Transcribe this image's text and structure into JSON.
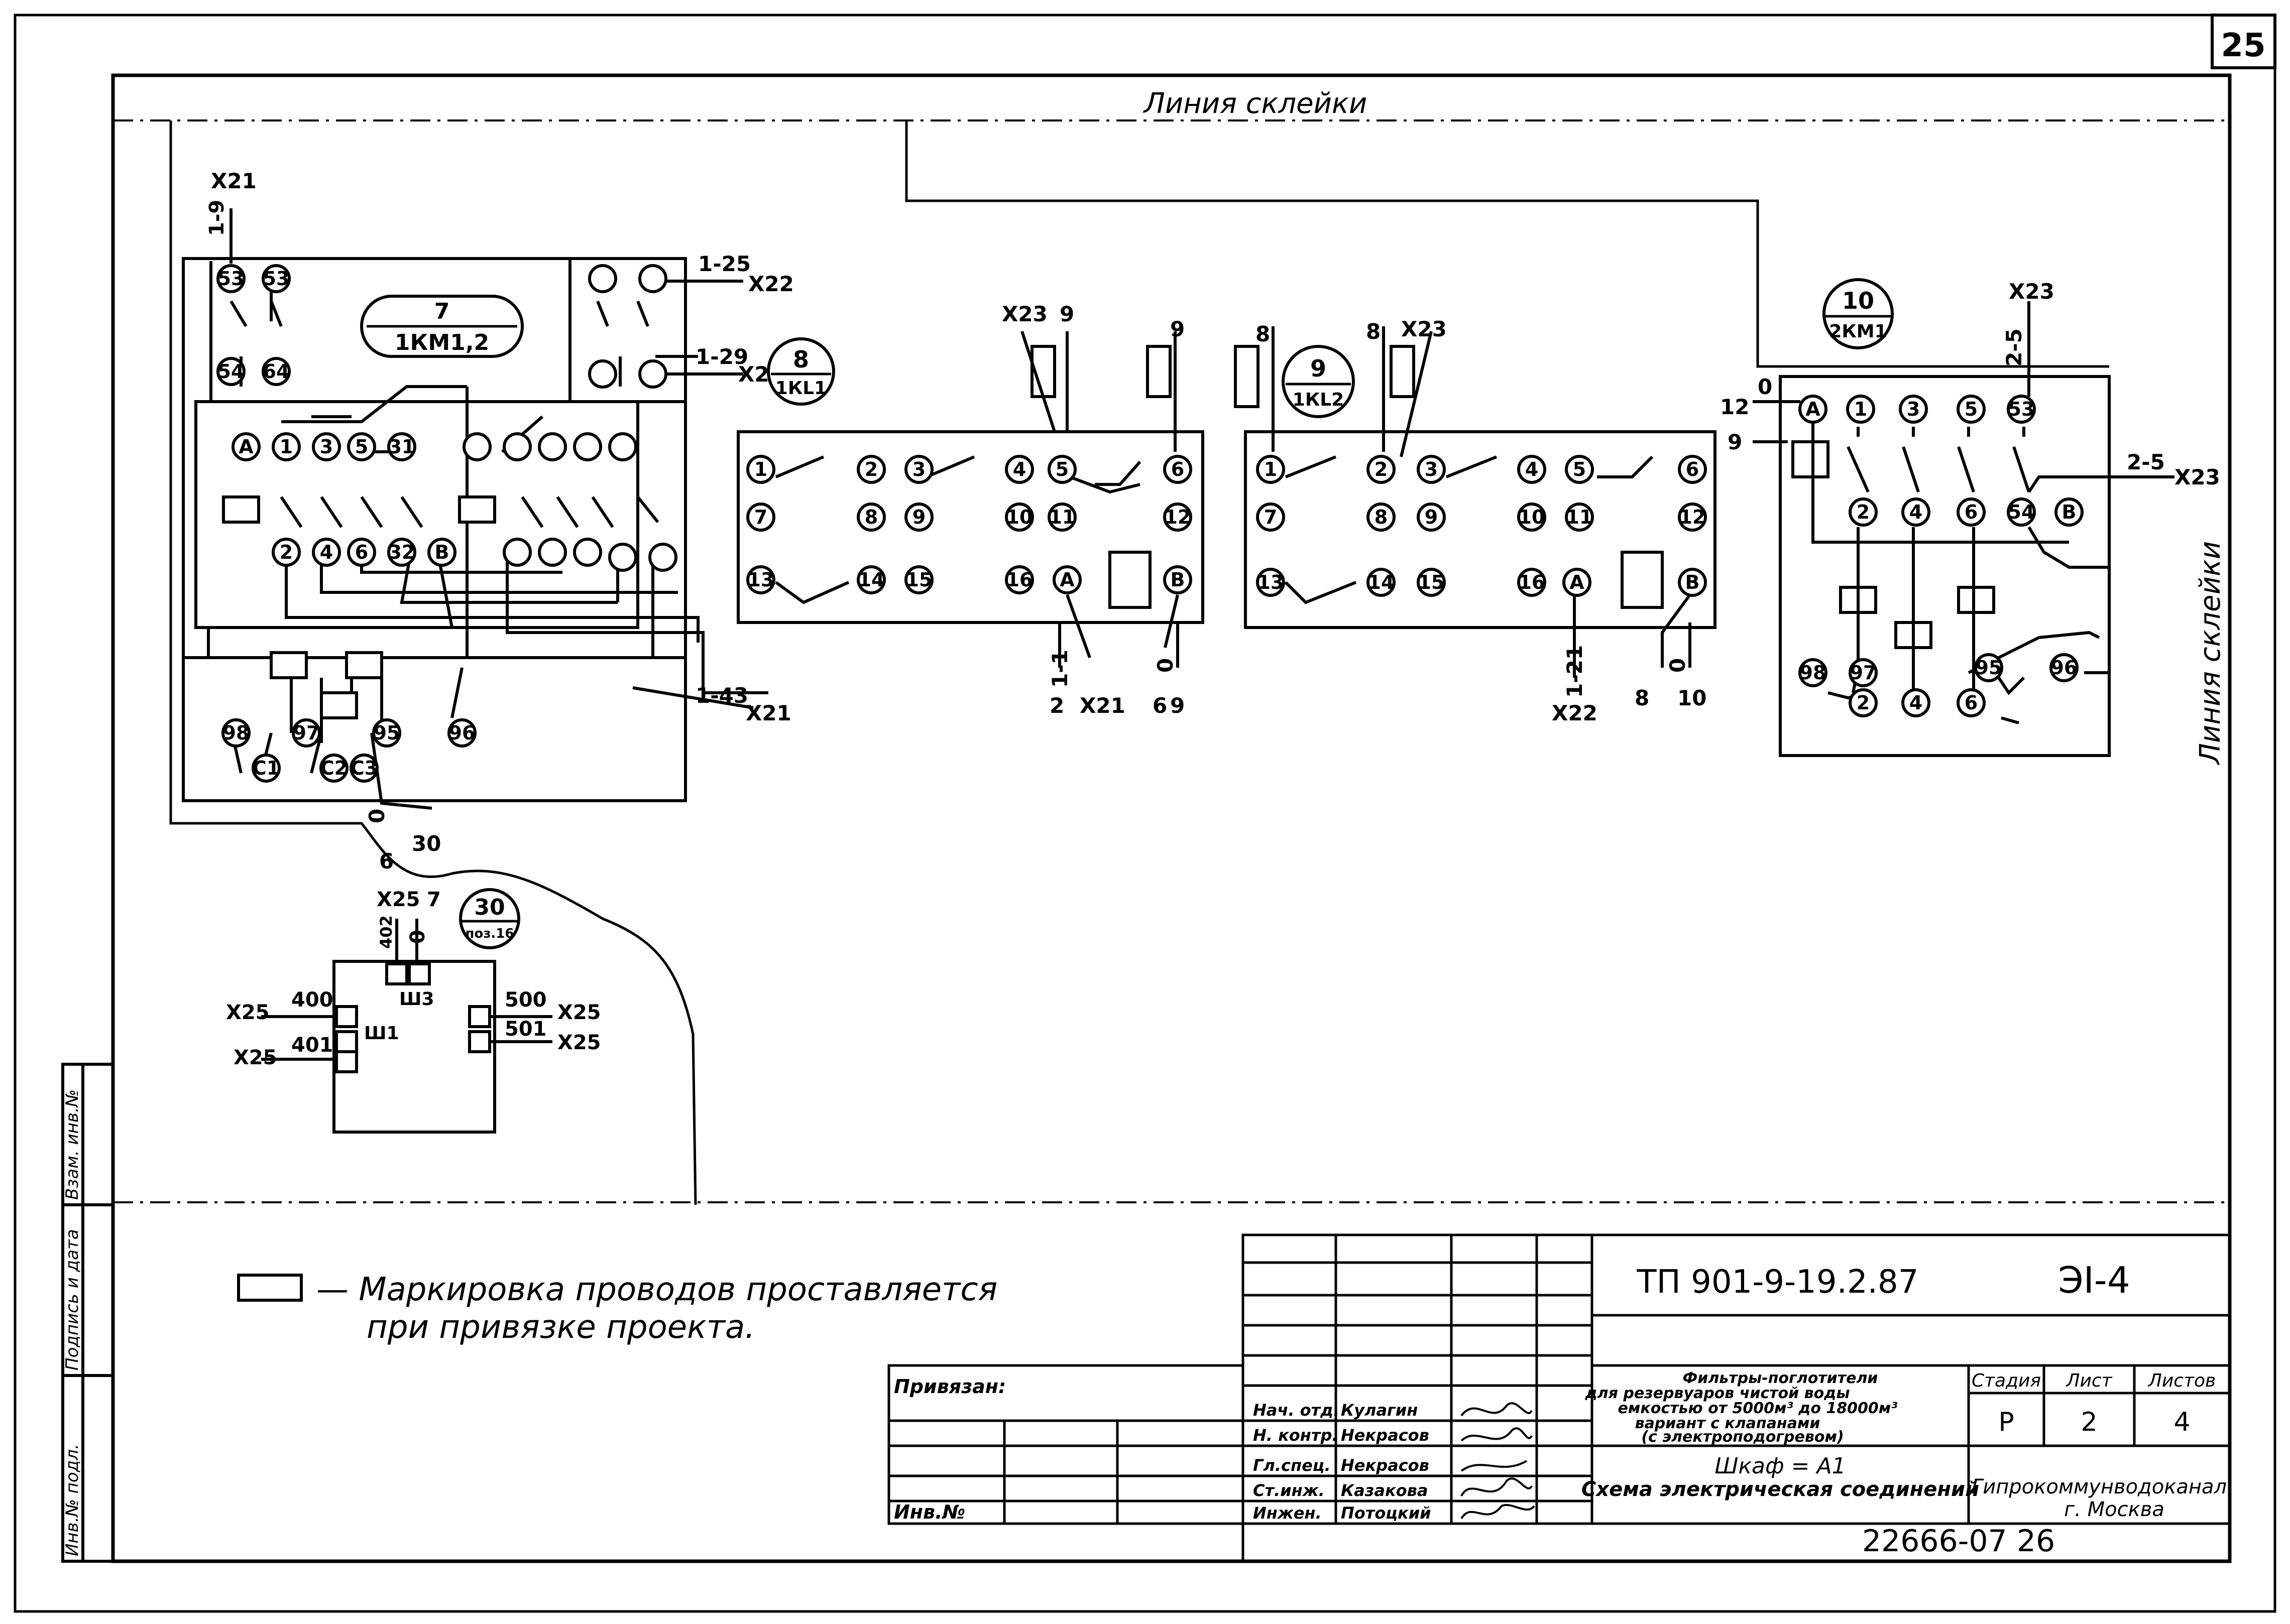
{
  "page_number": "25",
  "glue_line_top": "Линия склейки",
  "glue_line_right": "Линия склейки",
  "relay7": {
    "num": "7",
    "ref": "1КМ1,2"
  },
  "relay8": {
    "num": "8",
    "ref": "1КL1"
  },
  "relay9": {
    "num": "9",
    "ref": "1КL2"
  },
  "relay10": {
    "num": "10",
    "ref": "2КМ1"
  },
  "relay30": {
    "num": "30",
    "ref": "поз.16"
  },
  "wires": {
    "x21": "X21",
    "x22": "X22",
    "x23": "X23",
    "x25": "X25",
    "w1_9": "1-9",
    "w1_25": "1-25",
    "w1_29": "1-29",
    "w1_43": "1-43",
    "w1_1": "1-1",
    "w1_21": "1-21",
    "w2_5a": "2-5",
    "w2_5b": "2-5",
    "w12": "12",
    "w0": "0",
    "w9": "9",
    "w8": "8",
    "w2": "2",
    "w6": "6",
    "w10": "10",
    "w30": "30",
    "w7": "7",
    "w402": "402",
    "w400": "400",
    "w401": "401",
    "w500": "500",
    "w501": "501"
  },
  "terminals_km": [
    "53",
    "53",
    "54",
    "64",
    "A",
    "1",
    "3",
    "5",
    "31",
    "2",
    "4",
    "6",
    "32",
    "B",
    "98",
    "97",
    "95",
    "96",
    "C1",
    "C2",
    "C3"
  ],
  "terminals_kl": [
    "1",
    "2",
    "3",
    "4",
    "5",
    "6",
    "7",
    "8",
    "9",
    "10",
    "11",
    "12",
    "13",
    "14",
    "15",
    "16",
    "A",
    "B"
  ],
  "connectors": {
    "sh1": "Ш1",
    "sh3": "Ш3"
  },
  "note": {
    "line1": "— Маркировка проводов проставляется",
    "line2": "при привязке проекта."
  },
  "title_block": {
    "doc_code": "ТП 901-9-19.2.87",
    "sheet_code": "ЭI-4",
    "privyazan": "Привязан:",
    "inv_no": "Инв.№",
    "roles": [
      "Нач. отд.",
      "Н. контр.",
      "Гл.спец.",
      "Ст.инж.",
      "Инжен."
    ],
    "names": [
      "Кулагин",
      "Некрасов",
      "Некрасов",
      "Казакова",
      "Потоцкий"
    ],
    "description": [
      "Фильтры-поглотители",
      "для резервуаров чистой воды",
      "емкостью от 5000м³ до 18000м³",
      "вариант с клапанами",
      "(с электроподогревом)"
    ],
    "cabinet": "Шкаф = А1",
    "title": "Схема электрическая соединений",
    "stage_label": "Стадия",
    "sheet_label": "Лист",
    "sheets_label": "Листов",
    "stage": "Р",
    "sheet": "2",
    "sheets": "4",
    "org_line1": "Гипрокоммунводоканал",
    "org_line2": "г. Москва",
    "archive": "22666-07  26"
  },
  "side_stamp": {
    "inv_podl": "Инв.№ подл.",
    "podpis": "Подпись и дата",
    "vzam": "Взам. инв.№"
  }
}
